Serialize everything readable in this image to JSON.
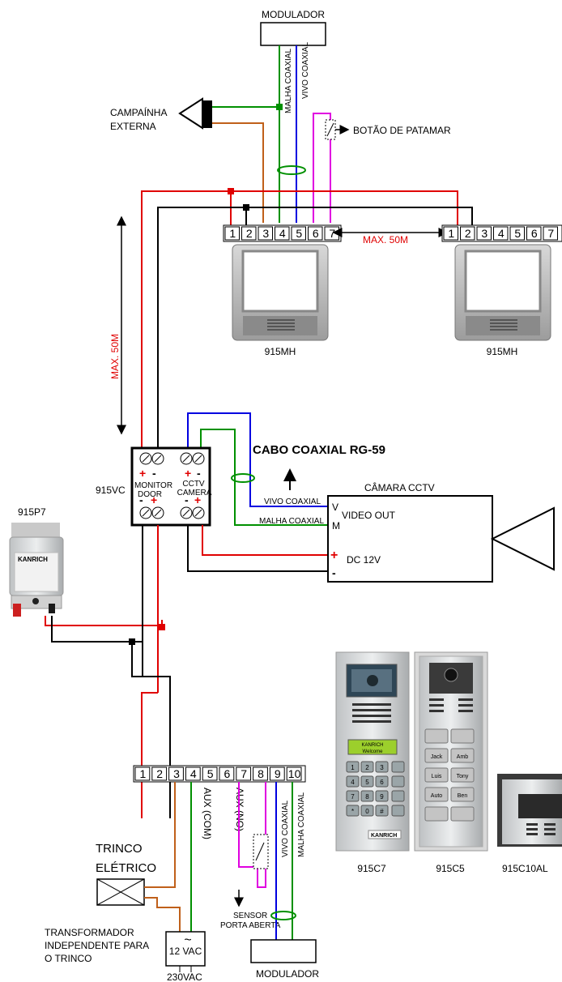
{
  "top_modulator": "MODULADOR",
  "coax_shield_top": "MALHA COAXIAL",
  "coax_live_top": "VIVO COAXIAL",
  "chime": "CAMPAÍNHA\nEXTERNA",
  "landing_button": "BOTÃO DE PATAMAR",
  "max_horizontal": "MAX. 50M",
  "max_vertical": "MAX. 50M",
  "monitor_1": "915MH",
  "monitor_2": "915MH",
  "monitor_terminals": [
    "1",
    "2",
    "3",
    "4",
    "5",
    "6",
    "7"
  ],
  "terminal_colors": [
    "#e00000",
    "#000000",
    "#c0601a",
    "#009000",
    "#0000e0",
    "#f0c000",
    "#e000e0",
    "#909090",
    "#e0a000",
    "#5000c0"
  ],
  "coax_cable": "CABO COAXIAL RG-59",
  "cctv_camera": "CÂMARA CCTV",
  "unit_915vc": "915VC",
  "vc_monitor_door": "MONITOR\nDOOR",
  "vc_cctv_camera": "CCTV\nCAMERA",
  "cam_live": "VIVO COAXIAL",
  "cam_shield": "MALHA COAXIAL",
  "cam_v": "V",
  "cam_m": "M",
  "cam_video_out": "VIDEO OUT",
  "cam_dc": "DC 12V",
  "psu": "915P7",
  "psu_brand": "KANRICH",
  "door_terminals": [
    "1",
    "2",
    "3",
    "4",
    "5",
    "6",
    "7",
    "8",
    "9",
    "10"
  ],
  "lock": "TRINCO\nELÉTRICO",
  "aux_com": "AUX (COM)",
  "aux_no": "AUX (NO)",
  "door_sensor": "SENSOR\nPORTA ABERTA",
  "coax_live_bottom": "VIVO COAXIAL",
  "coax_shield_bottom": "MALHA COAXIAL",
  "bottom_modulator": "MODULADOR",
  "transformer_tilde": "~",
  "transformer_voltage": "12 VAC",
  "transformer_note": "TRANSFORMADOR\nINDEPENDENTE PARA\nO TRINCO",
  "mains": "230VAC",
  "panel_brand": "KANRICH",
  "lcd_text": "KANRICH\nWelcome",
  "keypad_keys": [
    "1",
    "2",
    "3",
    "4",
    "5",
    "6",
    "7",
    "8",
    "9",
    "*",
    "0",
    "#"
  ],
  "c5_names": [
    "Jack",
    "Amb",
    "Luis",
    "Tony",
    "Auto",
    "Ben"
  ],
  "panel_c7": "915C7",
  "panel_c5": "915C5",
  "panel_c10": "915C10AL"
}
